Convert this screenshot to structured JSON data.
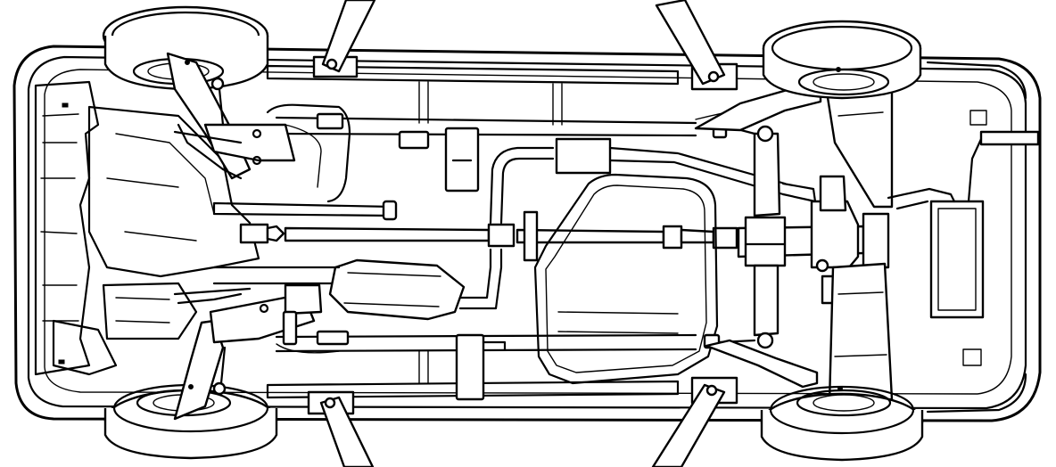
{
  "diagram": {
    "view": "vehicle-underside",
    "stroke_color": "#000000",
    "background_color": "#ffffff",
    "lift_points": 4,
    "wheels": 4
  }
}
